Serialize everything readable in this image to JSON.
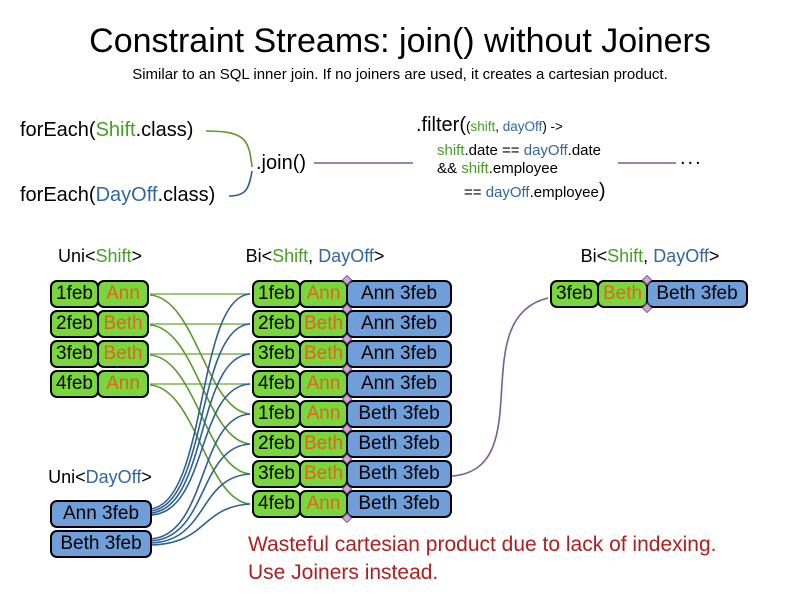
{
  "title": "Constraint Streams: join() without Joiners",
  "subtitle": "Similar to an SQL inner join. If no joiners are used, it creates a cartesian product.",
  "code": {
    "foreach_shift": {
      "pre": "forEach(",
      "cls": "Shift",
      "post": ".class)"
    },
    "foreach_dayoff": {
      "pre": "forEach(",
      "cls": "DayOff",
      "post": ".class)"
    },
    "join": ".join()",
    "filter": {
      "head": ".filter(",
      "args_open": "(",
      "arg1": "shift",
      "arg_sep": ", ",
      "arg2": "dayOff",
      "args_close": ") ->",
      "l2_a": "shift",
      "l2_b": ".date == ",
      "l2_c": "dayOff",
      "l2_d": ".date",
      "l3_a": "&& ",
      "l3_b": "shift",
      "l3_c": ".employee",
      "l4_a": "== ",
      "l4_b": "dayOff",
      "l4_c": ".employee",
      "l4_close": ")"
    },
    "ellipsis": "..."
  },
  "uni_shift": {
    "header": {
      "pre": "Uni<",
      "type": "Shift",
      "post": ">"
    },
    "rows": [
      {
        "date": "1feb",
        "name": "Ann"
      },
      {
        "date": "2feb",
        "name": "Beth"
      },
      {
        "date": "3feb",
        "name": "Beth"
      },
      {
        "date": "4feb",
        "name": "Ann"
      }
    ]
  },
  "uni_dayoff": {
    "header": {
      "pre": "Uni<",
      "type": "DayOff",
      "post": ">"
    },
    "rows": [
      {
        "label": "Ann 3feb"
      },
      {
        "label": "Beth 3feb"
      }
    ]
  },
  "bi_cartesian": {
    "header": {
      "pre": "Bi<",
      "type1": "Shift",
      "sep": ", ",
      "type2": "DayOff",
      "post": ">"
    },
    "rows": [
      {
        "date": "1feb",
        "name": "Ann",
        "dayoff": "Ann 3feb"
      },
      {
        "date": "2feb",
        "name": "Beth",
        "dayoff": "Ann 3feb"
      },
      {
        "date": "3feb",
        "name": "Beth",
        "dayoff": "Ann 3feb"
      },
      {
        "date": "4feb",
        "name": "Ann",
        "dayoff": "Ann 3feb"
      },
      {
        "date": "1feb",
        "name": "Ann",
        "dayoff": "Beth 3feb"
      },
      {
        "date": "2feb",
        "name": "Beth",
        "dayoff": "Beth 3feb"
      },
      {
        "date": "3feb",
        "name": "Beth",
        "dayoff": "Beth 3feb"
      },
      {
        "date": "4feb",
        "name": "Ann",
        "dayoff": "Beth 3feb"
      }
    ]
  },
  "bi_filtered": {
    "header": {
      "pre": "Bi<",
      "type1": "Shift",
      "sep": ", ",
      "type2": "DayOff",
      "post": ">"
    },
    "rows": [
      {
        "date": "3feb",
        "name": "Beth",
        "dayoff": "Beth 3feb"
      }
    ]
  },
  "warning": {
    "line1": "Wasteful cartesian product due to lack of indexing.",
    "line2": "Use Joiners instead."
  },
  "colors": {
    "shift_green_text": "#47a023",
    "dayoff_blue_text": "#3465a4",
    "employee_orange_text": "#e2641c",
    "shift_box_fill": "#79d63c",
    "dayoff_box_fill": "#6f9ed8",
    "warning_red": "#b01e1e",
    "link_green": "#5d9a2e",
    "link_blue": "#2e6095",
    "link_purple": "#7d5b95"
  }
}
